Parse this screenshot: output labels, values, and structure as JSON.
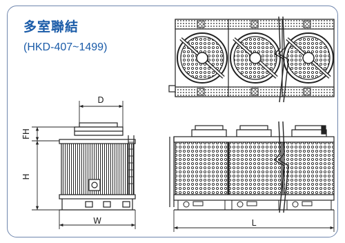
{
  "header": {
    "title": "多室聯結",
    "model_range": "(HKD-407~1499)"
  },
  "dimensions": {
    "depth": "D",
    "fan_height": "FH",
    "height": "H",
    "width": "W",
    "length": "L"
  },
  "colors": {
    "title": "#1a5ba8",
    "frame_border": "#6f86ad",
    "line": "#222222"
  }
}
